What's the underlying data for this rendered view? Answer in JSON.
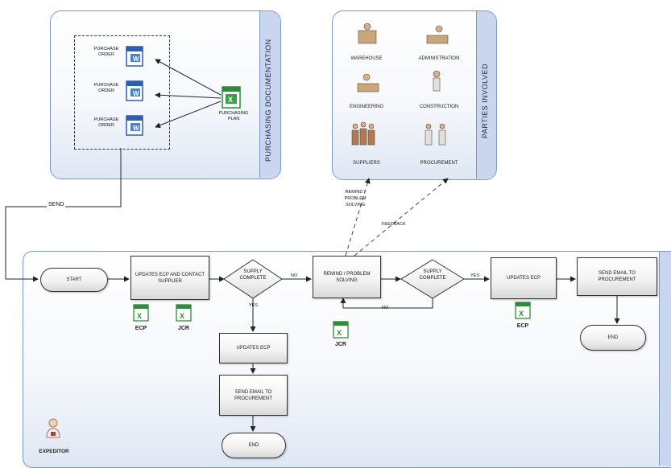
{
  "panels": {
    "purchasing_documentation": "PURCHASING DOCUMENTATION",
    "parties_involved": "PARTIES INVOLVED",
    "expeditor_lane": "EXPEDITOR"
  },
  "documents": {
    "po_1": "PURCHASE ORDER",
    "po_2": "PURCHASE ORDER",
    "po_3": "PURCHASE ORDER",
    "purchasing_plan": "PURCHASING PLAN"
  },
  "parties": {
    "warehouse": "WAREHOUSE",
    "administration": "ADMINISTRATION",
    "engineering": "ENGINEERING",
    "construction": "CONSTRUCTION",
    "suppliers": "SUPPLIERS",
    "procurement": "PROCUREMENT"
  },
  "connectors": {
    "send": "SEND",
    "remind_problem": "REMIND / PROBLEM SOLVING",
    "feedback": "FEEDBACK",
    "no_1": "NO",
    "yes_1": "YES",
    "no_2": "NO",
    "yes_2": "YES"
  },
  "flow": {
    "start": "START",
    "updates_ecp_contact": "UPDATES ECP AND CONTACT SUPPLIER",
    "supply_complete_1": "SUPPLY COMPLETE",
    "remind_problem_solving": "REMIND / PROBLEM SOLVING",
    "supply_complete_2": "SUPPLY COMPLETE",
    "updates_ecp_right": "UPDATES ECP",
    "send_email_right": "SEND EMAIL TO PROCUREMENT",
    "end_right": "END",
    "updates_ecp_down": "UPDATES ECP",
    "send_email_down": "SEND EMAIL TO PROCUREMENT",
    "end_down": "END"
  },
  "files": {
    "ecp_1": "ECP",
    "jcr_1": "JCR",
    "jcr_2": "JCR",
    "ecp_2": "ECP"
  },
  "colors": {
    "panel_border": "#7d97c4",
    "panel_tab": "#c9d6ee",
    "excel_green": "#2e8b3a",
    "word_blue": "#2b5fad"
  }
}
